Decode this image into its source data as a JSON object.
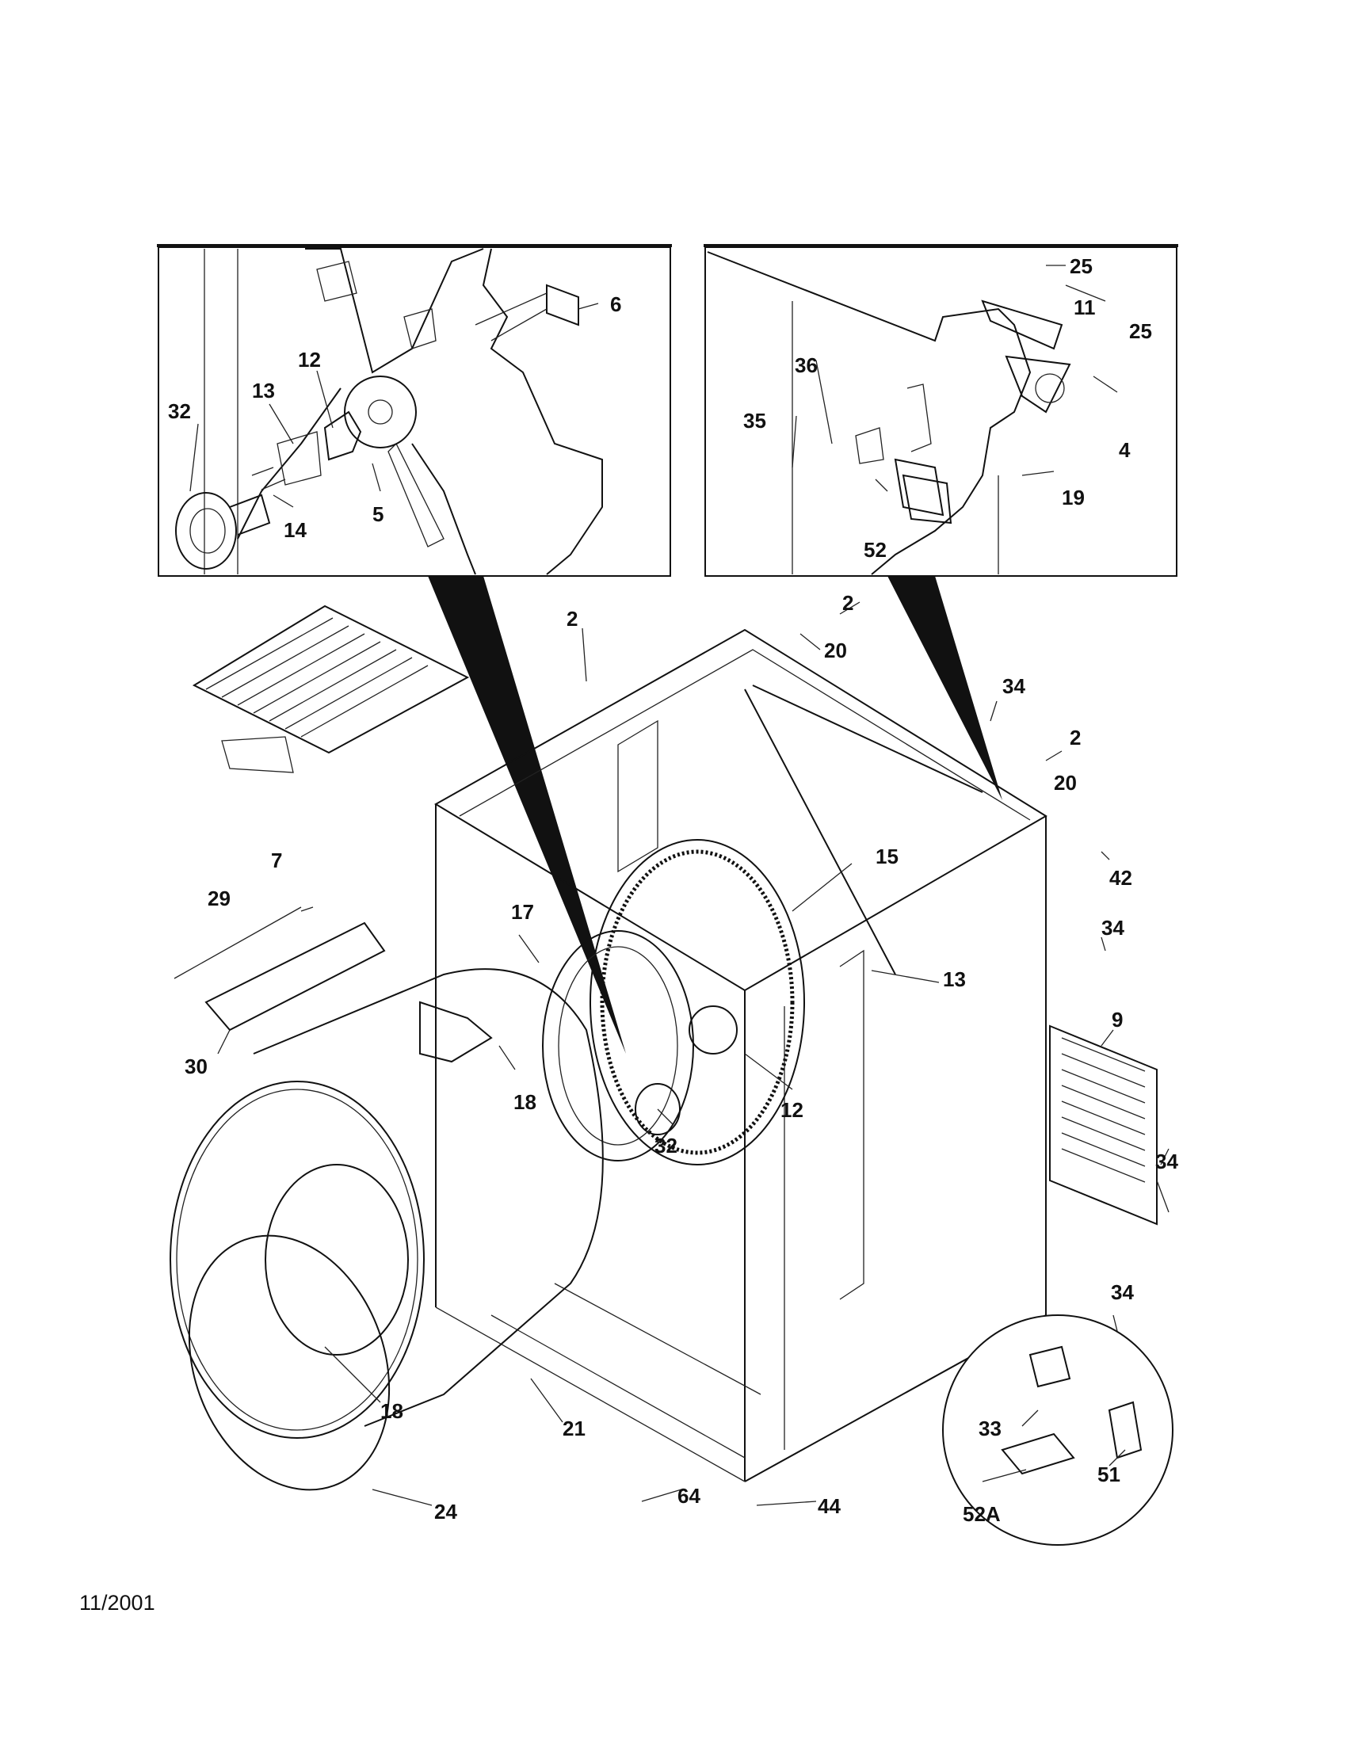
{
  "diagram": {
    "date_code": "11/2001",
    "inset_left_labels": [
      "6",
      "12",
      "13",
      "32",
      "14",
      "5"
    ],
    "inset_right_labels": [
      "25",
      "11",
      "25",
      "36",
      "35",
      "4",
      "19",
      "52"
    ],
    "main_labels": [
      "2",
      "2",
      "20",
      "34",
      "2",
      "20",
      "7",
      "15",
      "42",
      "29",
      "17",
      "34",
      "13",
      "9",
      "30",
      "18",
      "12",
      "32",
      "34",
      "34",
      "18",
      "21",
      "33",
      "51",
      "64",
      "44",
      "52A",
      "24"
    ]
  }
}
